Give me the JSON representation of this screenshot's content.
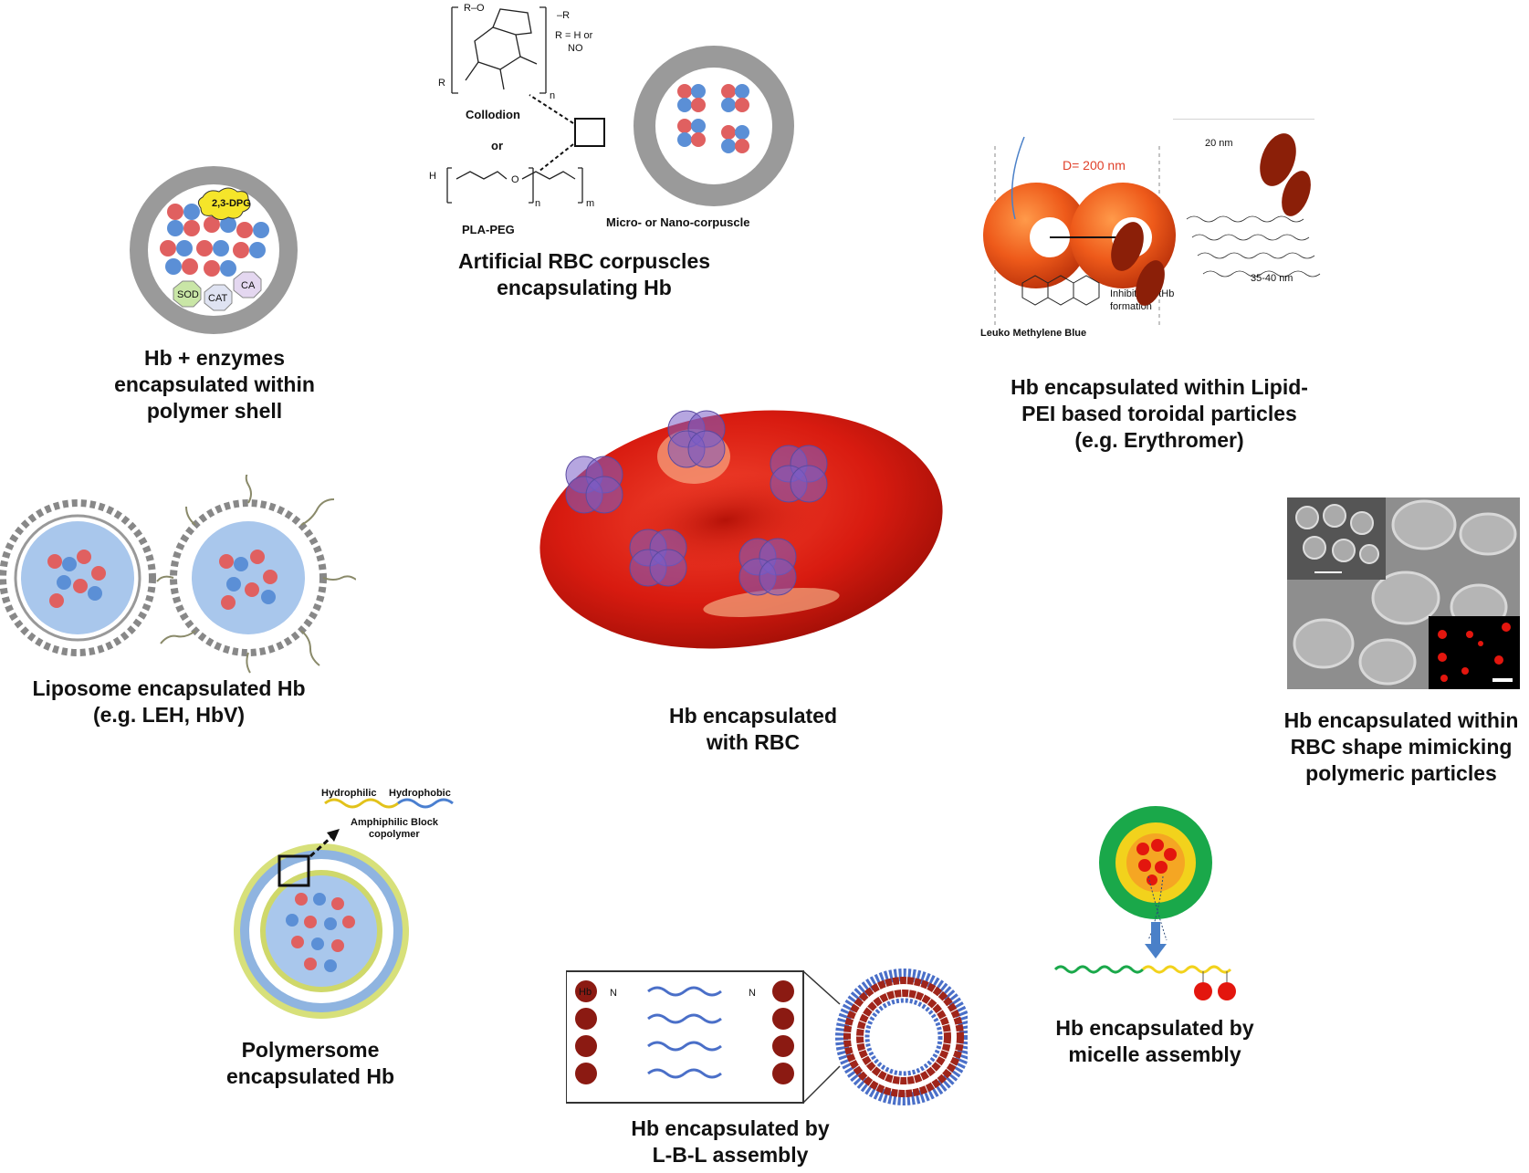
{
  "center": {
    "caption": [
      "Hb encapsulated",
      "with RBC"
    ]
  },
  "corpuscle": {
    "caption": [
      "Artificial RBC corpuscles",
      "encapsulating Hb"
    ],
    "collodion": "Collodion",
    "or": "or",
    "pla_peg": "PLA-PEG",
    "r_def_1": "R = H or",
    "r_def_2": "NO",
    "micro": "Micro- or Nano-corpuscle"
  },
  "enzymes": {
    "caption": [
      "Hb + enzymes",
      "encapsulated within",
      "polymer shell"
    ],
    "dpg": "2,3-DPG",
    "sod": "SOD",
    "cat": "CAT",
    "ca": "CA"
  },
  "toroid": {
    "caption": [
      "Hb encapsulated within Lipid-",
      "PEI based toroidal particles",
      "(e.g. Erythromer)"
    ],
    "d_label": "D= 200 nm",
    "len_20": "20 nm",
    "len_3540": "35-40 nm",
    "inhibits_1": "Inhibits metHb",
    "inhibits_2": "formation",
    "leuko": "Leuko Methylene Blue"
  },
  "liposome": {
    "caption": [
      "Liposome encapsulated Hb",
      "(e.g. LEH, HbV)"
    ]
  },
  "rbc_mimic": {
    "caption": [
      "Hb encapsulated within",
      "RBC shape mimicking",
      "polymeric particles"
    ]
  },
  "polymersome": {
    "caption": [
      "Polymersome",
      "encapsulated Hb"
    ],
    "hydrophilic": "Hydrophilic",
    "hydrophobic": "Hydrophobic",
    "amph_1": "Amphiphilic Block",
    "amph_2": "copolymer"
  },
  "lbl": {
    "caption": [
      "Hb encapsulated by",
      "L-B-L assembly"
    ],
    "hb": "Hb",
    "n": "N"
  },
  "micelle": {
    "caption": [
      "Hb encapsulated by",
      "micelle assembly"
    ]
  },
  "colors": {
    "rbc_red": "#d81b10",
    "hb_red": "#e06060",
    "hb_blue": "#5b8fd6",
    "shell_gray": "#9a9a9a",
    "micelle_green": "#1aa84a",
    "micelle_yellow": "#f2d21c"
  }
}
